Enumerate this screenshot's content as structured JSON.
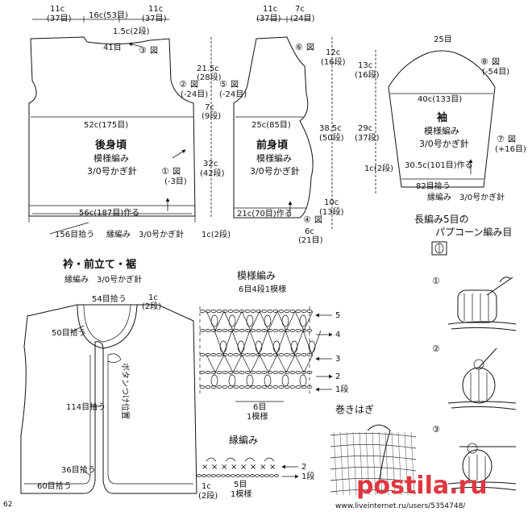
{
  "back": {
    "top_left": "11c",
    "top_left_st": "(37目)",
    "top_mid": "16c(53目)",
    "top_right": "11c",
    "top_right_st": "(37目)",
    "neck": "1.5c(2段)",
    "neck_st": "41目",
    "num3": "③",
    "zu": "図",
    "armhole": "21.5c",
    "armhole_row": "(28段)",
    "num2": "②",
    "zu2": "図",
    "dec2": "(-24目)",
    "mid_w": "52c(175目)",
    "yoke": "7c",
    "yoke_row": "(9段)",
    "title": "後身頃",
    "pattern": "模様編み",
    "hook": "3/0号かぎ針",
    "body_len": "32c",
    "body_row": "(42段)",
    "num1": "①",
    "zu1": "図",
    "dec1": "(-3目)",
    "hem": "56c(187目)作る",
    "hem_extra": "156目拾う",
    "border": "縁編み",
    "border_hook": "3/0号かぎ針",
    "hem_rows": "1c(2段)"
  },
  "front": {
    "top_a": "11c",
    "top_a_st": "(37目)",
    "top_b": "7c",
    "top_b_st": "(24目)",
    "num6": "⑥",
    "zu6": "図",
    "neck_h": "12c",
    "neck_row": "(16段)",
    "num5": "⑤",
    "zu5": "図",
    "dec5": "(-24目)",
    "mid_w": "25c(85目)",
    "title": "前身頃",
    "pattern": "模様編み",
    "hook": "3/0号かぎ針",
    "total": "38.5c",
    "total_row": "(50段)",
    "bottom_h": "10c",
    "bottom_row": "(13段)",
    "hem": "21c(70目)作る",
    "num4": "④",
    "zu4": "図",
    "side": "6c",
    "side_st": "(21目)"
  },
  "sleeve": {
    "top": "25目",
    "num8": "⑧",
    "zu8": "図",
    "dec8": "(-54目)",
    "cap_h": "13c",
    "cap_row": "(16段)",
    "width": "40c(133目)",
    "title": "袖",
    "pattern": "模様編み",
    "hook": "3/0号かぎ針",
    "len": "29c",
    "len_row": "(37段)",
    "num7": "⑦",
    "zu7": "図",
    "inc7": "(+16目)",
    "cuff_rows": "1c(2段)",
    "cuff_w": "30.5c(101目)作る",
    "pick": "82目拾う",
    "border": "縁編み",
    "border_hook": "3/0号かぎ針"
  },
  "popcorn": {
    "title1": "長編み5目の",
    "title2": "パプコーン編み目",
    "steps": [
      "①",
      "②",
      "③"
    ]
  },
  "collar": {
    "title": "衿・前立て・裾",
    "border": "縁編み",
    "hook": "3/0号かぎ針",
    "neck_pick": "54目拾う",
    "rows": "1c",
    "rows_b": "(2段)",
    "side_pick": "50目拾う",
    "button": "ボタンつけ位置",
    "front_pick": "114目拾う",
    "lower_pick": "36目拾う",
    "hem_pick": "60目拾う",
    "page": "62"
  },
  "pattern": {
    "title": "模様編み",
    "repeat": "6目4段1模様",
    "rows": [
      "5",
      "4",
      "3",
      "2",
      "1段"
    ],
    "unit": "6目",
    "unit2": "1模様"
  },
  "edge": {
    "title": "縁編み",
    "rows": [
      "2",
      "1段"
    ],
    "unit": "5目",
    "unit2": "1模様",
    "rows_edge": "1c",
    "rows_edge2": "(2段)"
  },
  "seam": {
    "title": "巻きはぎ"
  },
  "watermark": {
    "text": "postila.ru",
    "url": "www.liveinternet.ru/users/5354748/"
  }
}
